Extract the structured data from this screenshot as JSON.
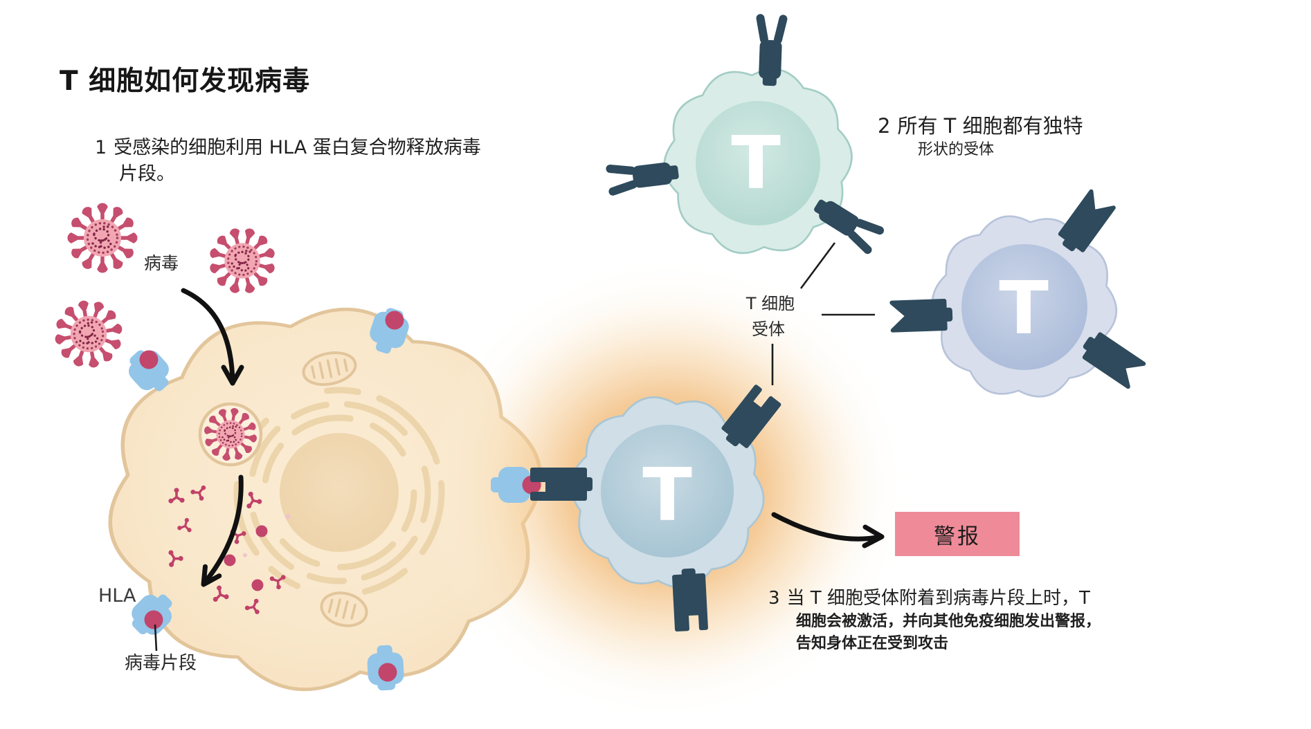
{
  "title": "T 细胞如何发现病毒",
  "steps": [
    {
      "number": "1",
      "lines": [
        "受感染的细胞利用 HLA 蛋白复合物释放病毒",
        "片段。"
      ]
    },
    {
      "number": "2",
      "lines": [
        "所有 T 细胞都有独特",
        "形状的受体"
      ]
    },
    {
      "number": "3",
      "lines": [
        "当 T 细胞受体附着到病毒片段上时，T",
        "细胞会被激活，并向其他免疫细胞发出警报，",
        "告知身体正在受到攻击"
      ]
    }
  ],
  "labels": {
    "virus": "病毒",
    "hla": "HLA",
    "virus_fragment": "病毒片段",
    "t_cell_receptor_line1": "T 细胞",
    "t_cell_receptor_line2": "受体",
    "alert": "警报",
    "t_letter": "T"
  },
  "colors": {
    "alert_box": "#ef8b99",
    "virus_body": "#f1a6b2",
    "virus_spike": "#c64e6e",
    "virus_core": "#822544",
    "hla_blue": "#93c5e8",
    "virus_fragment_dot": "#c2456b",
    "receptor": "#2e4a5c",
    "infected_cell_fill": "#f9e7ca",
    "infected_cell_membrane": "#e3c79e",
    "teal_cell": "#d9ece8",
    "lavender_cell": "#d8deec",
    "activated_cell": "#cfdde6",
    "activation_glow": "#f2bd7d",
    "text": "#1f1f1f"
  }
}
